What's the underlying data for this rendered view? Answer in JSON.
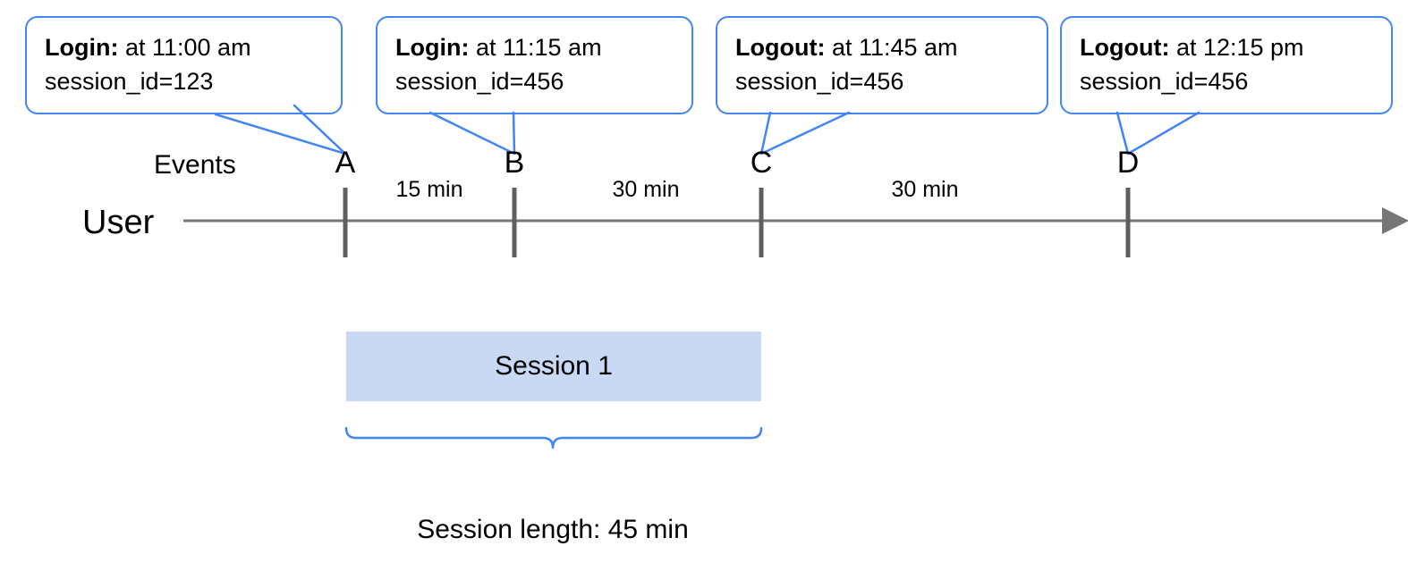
{
  "diagram": {
    "title_row_label": "Events",
    "lane_label": "User",
    "callouts": [
      {
        "kind": "Login:",
        "detail": " at 11:00 am",
        "session_line": "session_id=123",
        "target": "A"
      },
      {
        "kind": "Login:",
        "detail": " at 11:15 am",
        "session_line": "session_id=456",
        "target": "B"
      },
      {
        "kind": "Logout:",
        "detail": " at 11:45 am",
        "session_line": "session_id=456",
        "target": "C"
      },
      {
        "kind": "Logout:",
        "detail": " at 12:15 pm",
        "session_line": "session_id=456",
        "target": "D"
      }
    ],
    "events": [
      {
        "letter": "A",
        "time": "11:00 am"
      },
      {
        "letter": "B",
        "time": "11:15 am"
      },
      {
        "letter": "C",
        "time": "11:45 am"
      },
      {
        "letter": "D",
        "time": "12:15 pm"
      }
    ],
    "intervals": [
      {
        "label": "15 min",
        "from": "A",
        "to": "B"
      },
      {
        "label": "30 min",
        "from": "B",
        "to": "C"
      },
      {
        "label": "30 min",
        "from": "C",
        "to": "D"
      }
    ],
    "session": {
      "bar_label": "Session 1",
      "caption": "Session length: 45 min",
      "from": "A",
      "to": "C"
    },
    "colors": {
      "callout_border": "#4285F4",
      "brace": "#4285F4",
      "session_fill": "#C9D9F4",
      "axis": "#767676",
      "tick": "#5F5F5F",
      "text": "#000000"
    }
  }
}
